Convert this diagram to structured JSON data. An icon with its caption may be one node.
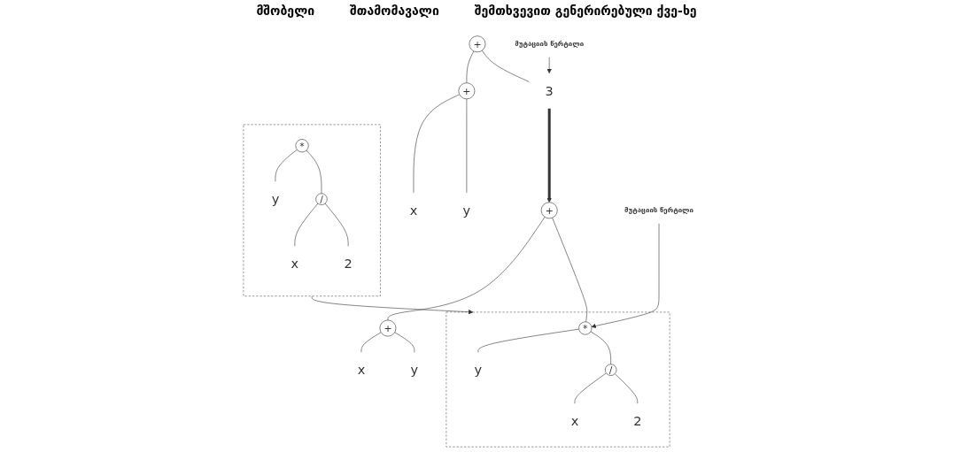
{
  "diagram": {
    "nodes": [
      {
        "text": [
          "+"
        ]
      },
      {
        "text": [
          "+"
        ]
      },
      {
        "text": [
          "3"
        ]
      },
      {
        "text": [
          "x"
        ]
      },
      {
        "text": [
          "y"
        ]
      },
      {
        "text": [
          "+"
        ]
      },
      {
        "text": [
          "+"
        ]
      },
      {
        "text": [
          "x"
        ]
      },
      {
        "text": [
          "y"
        ]
      },
      {
        "text": [],
        "shape": "cloud"
      },
      {
        "text": [
          "*"
        ],
        "in": 9
      },
      {
        "text": [
          "y"
        ],
        "in": 9
      },
      {
        "text": [
          "/"
        ],
        "in": 9
      },
      {
        "text": [
          "x"
        ],
        "in": 9
      },
      {
        "text": [
          "2"
        ],
        "in": 9
      },
      {
        "text": [],
        "shape": "cloud"
      },
      {
        "text": [
          "*"
        ],
        "in": 15
      },
      {
        "text": [
          "y"
        ],
        "in": 15
      },
      {
        "text": [
          "/"
        ],
        "in": 15
      },
      {
        "text": [
          "x"
        ],
        "in": 15
      },
      {
        "text": [
          "2"
        ],
        "in": 15
      },
      {
        "text": [
          "მუტაციის წერტილი"
        ]
      },
      {
        "text": [
          "მუტაციის წერტილი"
        ]
      }
    ],
    "edges": [
      {
        "from": 0,
        "to": 1,
        "arrow": "none"
      },
      {
        "from": 0,
        "to": 2,
        "arrow": "none"
      },
      {
        "from": 1,
        "to": 3,
        "arrow": "none"
      },
      {
        "from": 1,
        "to": 4,
        "arrow": "none"
      },
      {
        "from": 5,
        "to": 6,
        "arrow": "none"
      },
      {
        "from": 5,
        "to": 16,
        "arrow": "none"
      },
      {
        "from": 6,
        "to": 7,
        "arrow": "none"
      },
      {
        "from": 6,
        "to": 8,
        "arrow": "none"
      },
      {
        "from": 16,
        "to": 17,
        "arrow": "none"
      },
      {
        "from": 16,
        "to": 18,
        "arrow": "none"
      },
      {
        "from": 18,
        "to": 19,
        "arrow": "none"
      },
      {
        "from": 18,
        "to": 20,
        "arrow": "none"
      },
      {
        "from": 10,
        "to": 11,
        "arrow": "none"
      },
      {
        "from": 10,
        "to": 12,
        "arrow": "none"
      },
      {
        "from": 12,
        "to": 13,
        "arrow": "none"
      },
      {
        "from": 12,
        "to": 14,
        "arrow": "none"
      },
      {
        "from": 21,
        "to": 2,
        "arrow": "to"
      },
      {
        "from": 22,
        "to": 16,
        "arrow": "to"
      },
      {
        "from": 2,
        "to": 5,
        "arrow": "to",
        "style": "thick"
      },
      {
        "from": 9,
        "to": 15,
        "arrow": "to"
      }
    ],
    "labels": [
      "მშობელი",
      "შთამომავალი",
      "შემთხვევით გენერირებული ქვე-ხე"
    ]
  }
}
